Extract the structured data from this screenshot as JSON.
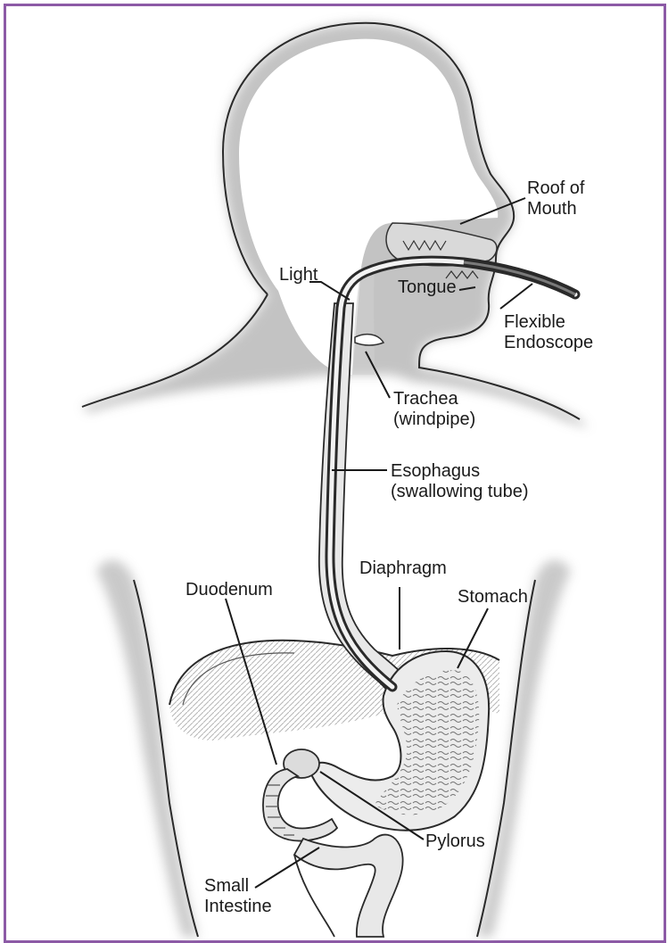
{
  "colors": {
    "border": "#8c5aa6",
    "outline": "#1a1a1a",
    "shade": "#a9a9a9",
    "organ": "#e6e6e6"
  },
  "labels": {
    "roof_of_mouth": [
      "Roof of",
      "Mouth"
    ],
    "light": "Light",
    "tongue": "Tongue",
    "flexible_endoscope": [
      "Flexible",
      "Endoscope"
    ],
    "trachea": [
      "Trachea",
      "(windpipe)"
    ],
    "esophagus": [
      "Esophagus",
      "(swallowing tube)"
    ],
    "diaphragm": "Diaphragm",
    "duodenum": "Duodenum",
    "stomach": "Stomach",
    "pylorus": "Pylorus",
    "small_intestine": [
      "Small",
      "Intestine"
    ]
  }
}
